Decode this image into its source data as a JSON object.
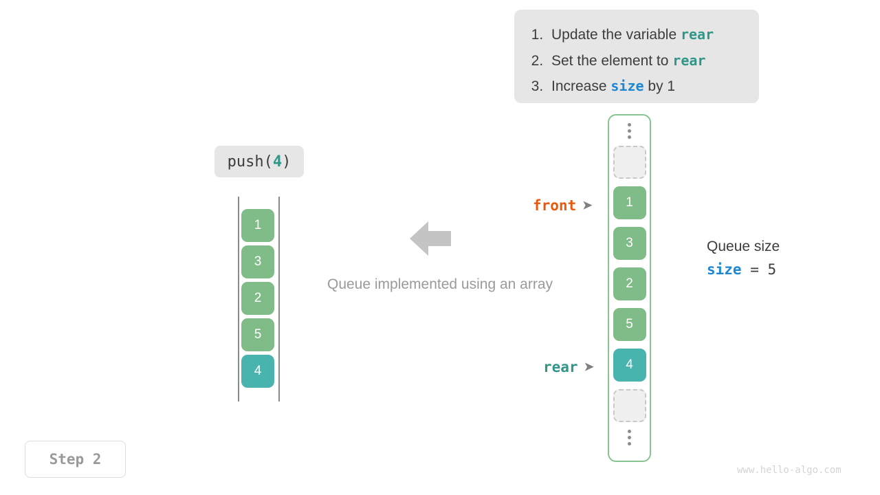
{
  "instructions": {
    "steps": [
      {
        "pre": "Update the variable ",
        "kw": "rear",
        "kw_color": "teal",
        "post": ""
      },
      {
        "pre": "Set the element to ",
        "kw": "rear",
        "kw_color": "teal",
        "post": ""
      },
      {
        "pre": "Increase ",
        "kw": "size",
        "kw_color": "blue",
        "post": " by 1"
      }
    ],
    "step1_pre": "Update the variable ",
    "step1_kw": "rear",
    "step1_post": "",
    "step2_pre": "Set the element to ",
    "step2_kw": "rear",
    "step2_post": "",
    "step3_pre": "Increase ",
    "step3_kw": "size",
    "step3_post": " by 1"
  },
  "operation": {
    "name": "push",
    "open_paren": "(",
    "argument": "4",
    "close_paren": ")"
  },
  "array_view": {
    "cells": [
      {
        "value": "1",
        "style": "green"
      },
      {
        "value": "3",
        "style": "green"
      },
      {
        "value": "2",
        "style": "green"
      },
      {
        "value": "5",
        "style": "green"
      },
      {
        "value": "4",
        "style": "teal"
      }
    ]
  },
  "caption": "Queue implemented using an array",
  "queue_view": {
    "top_ellipsis": "⋮",
    "bottom_ellipsis": "⋮",
    "cells": [
      {
        "value": "",
        "style": "empty"
      },
      {
        "value": "1",
        "style": "green"
      },
      {
        "value": "3",
        "style": "green"
      },
      {
        "value": "2",
        "style": "green"
      },
      {
        "value": "5",
        "style": "green"
      },
      {
        "value": "4",
        "style": "teal"
      },
      {
        "value": "",
        "style": "empty"
      }
    ]
  },
  "pointers": {
    "front_label": "front",
    "front_marker": "➤",
    "rear_label": "rear",
    "rear_marker": "➤"
  },
  "size_panel": {
    "title": "Queue size",
    "variable": "size",
    "equals": " = ",
    "value": "5"
  },
  "step_badge": "Step 2",
  "watermark": "www.hello-algo.com",
  "colors": {
    "green": "#7fbc87",
    "teal": "#49b4ae",
    "blue": "#1e87d2",
    "orange": "#e8590c",
    "gray_arrow": "#c4c4c4",
    "card_bg": "#e6e6e6",
    "container_border": "#87c48f"
  }
}
